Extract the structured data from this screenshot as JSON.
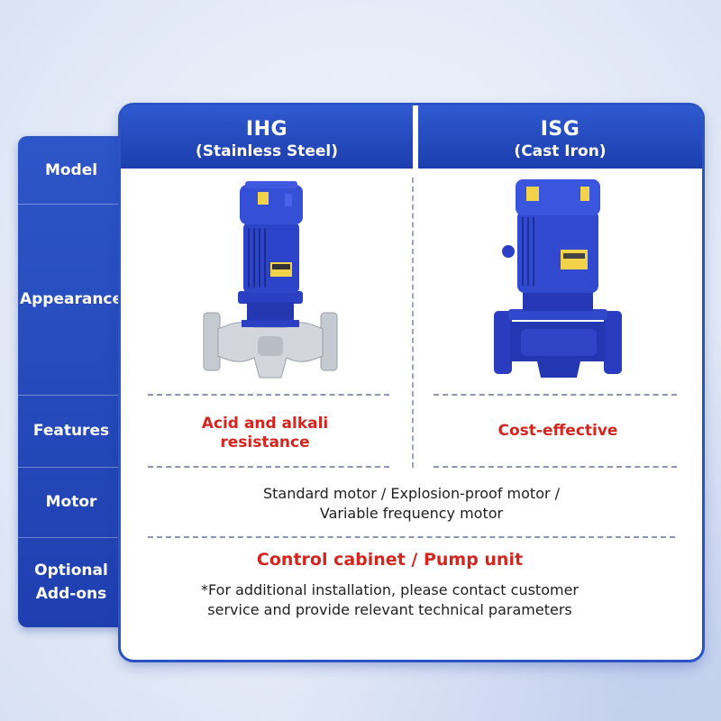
{
  "labels": {
    "model": "Model",
    "appearance": "Appearance",
    "features": "Features",
    "motor": "Motor",
    "optional_line1": "Optional",
    "optional_line2": "Add-ons"
  },
  "products": [
    {
      "model": "IHG",
      "material": "(Stainless Steel)",
      "feature_line1": "Acid and alkali",
      "feature_line2": "resistance"
    },
    {
      "model": "ISG",
      "material": "(Cast Iron)",
      "feature_line1": "Cost-effective"
    }
  ],
  "motor": {
    "line1": "Standard motor / Explosion-proof motor /",
    "line2": "Variable frequency motor"
  },
  "addons": {
    "main": "Control cabinet / Pump unit",
    "note_line1": "*For additional installation, please contact customer",
    "note_line2": "service and provide relevant technical parameters"
  },
  "colors": {
    "brand_blue": "#2a53c6",
    "accent_red": "#d4251f",
    "pump_blue": "#2a3fc4",
    "steel": "#c8ccd3"
  }
}
